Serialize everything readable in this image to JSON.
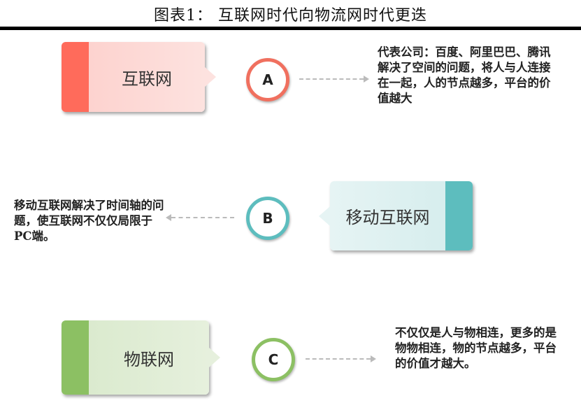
{
  "title": "图表1：  互联网时代向物流网时代更迭",
  "stages": [
    {
      "label": "互联网",
      "letter": "A",
      "color": "#FF6B5B",
      "description": "代表公司：百度、阿里巴巴、腾讯\n解决了空间的问题，将人与人连接在一起，人的节点越多，平台的价值越大"
    },
    {
      "label": "移动互联网",
      "letter": "B",
      "color": "#5DBDBE",
      "description": "移动互联网解决了时间轴的问题，使互联网不仅仅局限于PC端。"
    },
    {
      "label": "物联网",
      "letter": "C",
      "color": "#8CC063",
      "description": "不仅仅是人与物相连，更多的是物物相连，物的节点越多，平台的价值才越大。"
    }
  ]
}
